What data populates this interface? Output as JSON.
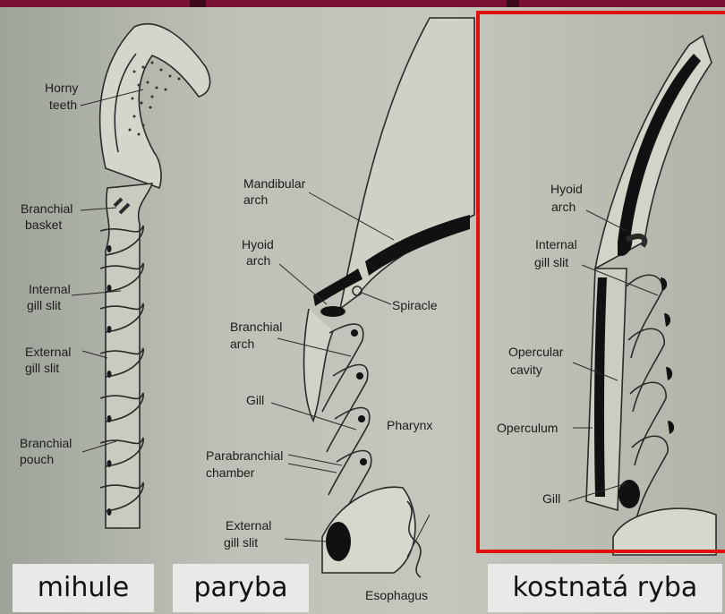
{
  "panels": {
    "lamprey": {
      "caption": "mihule",
      "labels": {
        "horny_teeth": [
          "Horny",
          "teeth"
        ],
        "branchial_basket": [
          "Branchial",
          "basket"
        ],
        "internal_gill_slit": [
          "Internal",
          "gill slit"
        ],
        "external_gill_slit": [
          "External",
          "gill slit"
        ],
        "branchial_pouch": [
          "Branchial",
          "pouch"
        ]
      }
    },
    "shark": {
      "caption": "paryba",
      "labels": {
        "mandibular_arch": [
          "Mandibular",
          "arch"
        ],
        "hyoid_arch": [
          "Hyoid",
          "arch"
        ],
        "spiracle": "Spiracle",
        "branchial_arch": [
          "Branchial",
          "arch"
        ],
        "gill": "Gill",
        "pharynx": "Pharynx",
        "parabranchial_chamber": [
          "Parabranchial",
          "chamber"
        ],
        "external_gill_slit": [
          "External",
          "gill slit"
        ],
        "esophagus": "Esophagus"
      }
    },
    "bony_fish": {
      "caption": "kostnatá ryba",
      "labels": {
        "hyoid_arch": [
          "Hyoid",
          "arch"
        ],
        "internal_gill_slit": [
          "Internal",
          "gill slit"
        ],
        "opercular_cavity": [
          "Opercular",
          "cavity"
        ],
        "operculum": "Operculum",
        "gill": "Gill"
      }
    }
  },
  "colors": {
    "highlight_frame": "#e01010",
    "top_bar": "#7a1236"
  }
}
